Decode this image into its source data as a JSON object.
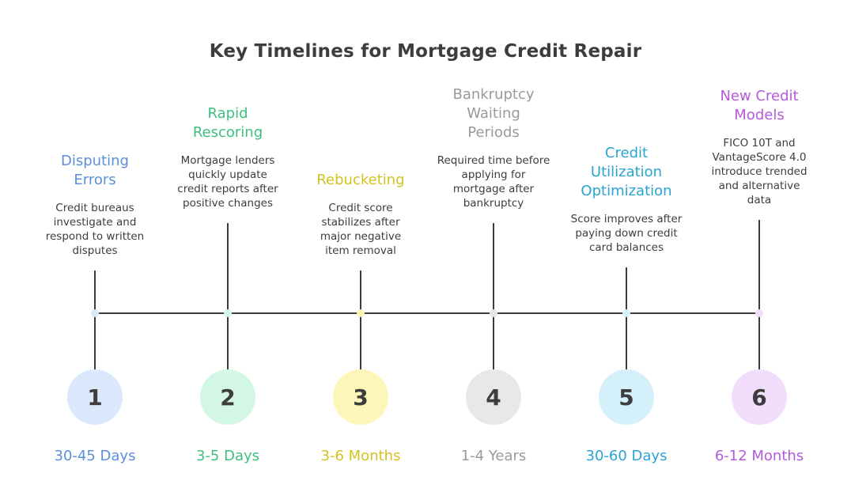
{
  "title": "Key Timelines for Mortgage Credit Repair",
  "steps": [
    {
      "number": "1",
      "heading_lines": [
        "Disputing",
        "Errors"
      ],
      "desc_lines": [
        "Credit bureaus",
        "investigate and",
        "respond to written",
        "disputes"
      ],
      "duration": "30-45 Days",
      "accent": "#5b8fd9",
      "fill": "#dbe7fb"
    },
    {
      "number": "2",
      "heading_lines": [
        "Rapid",
        "Rescoring"
      ],
      "desc_lines": [
        "Mortgage lenders",
        "quickly update",
        "credit reports after",
        "positive changes"
      ],
      "duration": "3-5 Days",
      "accent": "#3fbf7f",
      "fill": "#d2f8e5"
    },
    {
      "number": "3",
      "heading_lines": [
        "Rebucketing"
      ],
      "desc_lines": [
        "Credit score",
        "stabilizes after",
        "major negative",
        "item removal"
      ],
      "duration": "3-6 Months",
      "accent": "#d4c21f",
      "fill": "#fdf6b8"
    },
    {
      "number": "4",
      "heading_lines": [
        "Bankruptcy",
        "Waiting",
        "Periods"
      ],
      "desc_lines": [
        "Required time before",
        "applying for",
        "mortgage after",
        "bankruptcy"
      ],
      "duration": "1-4 Years",
      "accent": "#9a9a9a",
      "fill": "#e8e8e8"
    },
    {
      "number": "5",
      "heading_lines": [
        "Credit",
        "Utilization",
        "Optimization"
      ],
      "desc_lines": [
        "Score improves after",
        "paying down credit",
        "card balances"
      ],
      "duration": "30-60 Days",
      "accent": "#2aa5d3",
      "fill": "#d3f0fb"
    },
    {
      "number": "6",
      "heading_lines": [
        "New Credit",
        "Models"
      ],
      "desc_lines": [
        "FICO 10T and",
        "VantageScore 4.0",
        "introduce trended",
        "and alternative",
        "data"
      ],
      "duration": "6-12 Months",
      "accent": "#b45bdc",
      "fill": "#f2ddfb"
    }
  ]
}
